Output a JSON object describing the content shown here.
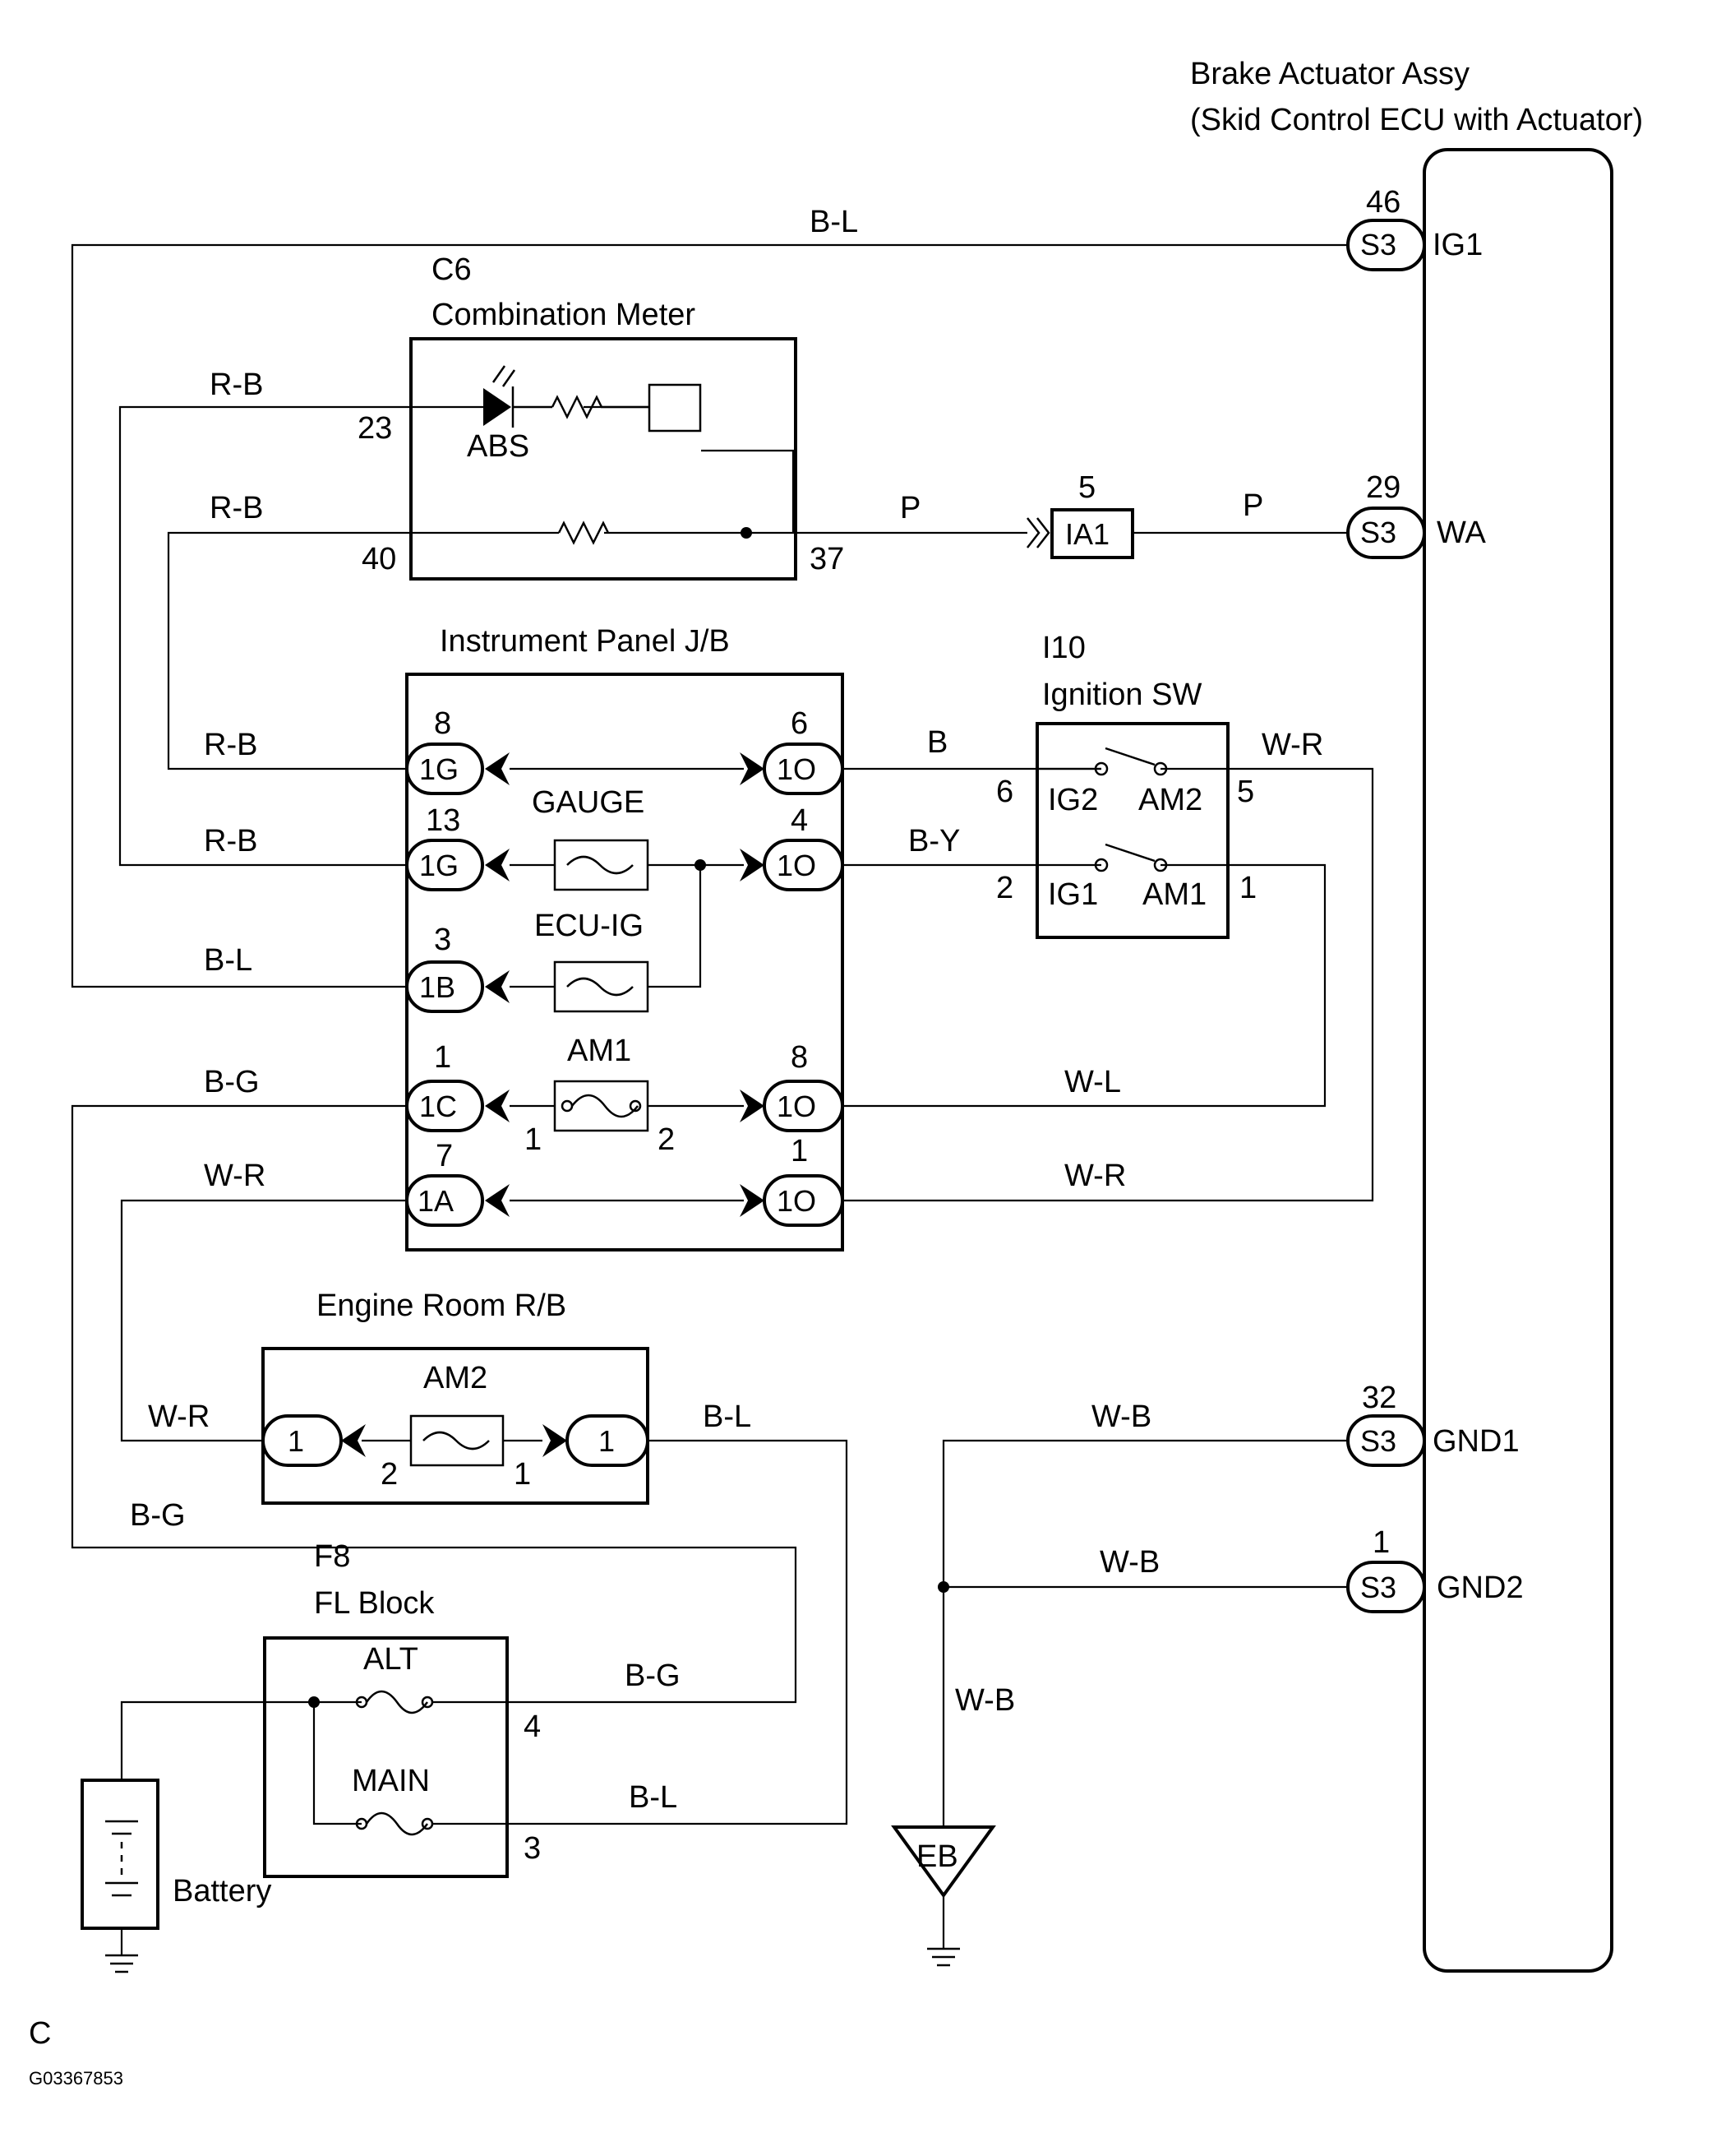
{
  "brake_actuator": {
    "title_line1": "Brake Actuator Assy",
    "title_line2": "(Skid Control ECU with Actuator)"
  },
  "combination_meter": {
    "code": "C6",
    "title": "Combination Meter",
    "abs_label": "ABS"
  },
  "instrument_panel_jb": {
    "title": "Instrument Panel J/B",
    "fuse_gauge": "GAUGE",
    "fuse_ecu_ig": "ECU-IG",
    "fuse_am1": "AM1"
  },
  "ignition_sw": {
    "code": "I10",
    "title": "Ignition SW",
    "ig2": "IG2",
    "am2": "AM2",
    "ig1": "IG1",
    "am1": "AM1"
  },
  "engine_room_rb": {
    "title": "Engine Room R/B",
    "fuse_am2": "AM2"
  },
  "fl_block": {
    "code": "F8",
    "title": "FL Block",
    "alt": "ALT",
    "main": "MAIN"
  },
  "battery": {
    "label": "Battery"
  },
  "ground": {
    "label": "EB"
  },
  "connectors": {
    "s3": "S3",
    "ia1": "IA1",
    "c1g": "1G",
    "c1o": "1O",
    "c1b": "1B",
    "c1c": "1C",
    "c1a": "1A",
    "er_pin": "1"
  },
  "terminals": {
    "ig1": "IG1",
    "wa": "WA",
    "gnd1": "GND1",
    "gnd2": "GND2"
  },
  "pins": {
    "p46": "46",
    "p29": "29",
    "p32": "32",
    "p1_gnd2": "1",
    "p23": "23",
    "p40": "40",
    "p37": "37",
    "p5_ia1": "5",
    "p8_1g": "8",
    "p13_1g": "13",
    "p3_1b": "3",
    "p1_1c": "1",
    "p7_1a": "7",
    "p6_1o": "6",
    "p4_1o": "4",
    "p8_1o": "8",
    "p1_1o": "1",
    "p1_am1f": "1",
    "p2_am1f": "2",
    "p6_sw": "6",
    "p2_sw": "2",
    "p5_sw": "5",
    "p1_sw": "1",
    "p2_am2f": "2",
    "p1_am2f": "1",
    "p4_fl": "4",
    "p3_fl": "3"
  },
  "wires": {
    "bl_top": "B-L",
    "rb_23": "R-B",
    "rb_40": "R-B",
    "p_left": "P",
    "p_right": "P",
    "rb_1g8": "R-B",
    "rb_1g13": "R-B",
    "bl_1b": "B-L",
    "bg_1c": "B-G",
    "wr_1a": "W-R",
    "b_sw": "B",
    "by_sw": "B-Y",
    "wr_sw": "W-R",
    "wl": "W-L",
    "wr_1o": "W-R",
    "wr_er": "W-R",
    "bl_er": "B-L",
    "bg_left": "B-G",
    "bg_fl": "B-G",
    "bl_fl": "B-L",
    "wb_gnd1": "W-B",
    "wb_gnd2": "W-B",
    "wb_vert": "W-B"
  },
  "footer": {
    "letter": "C",
    "code": "G03367853"
  }
}
